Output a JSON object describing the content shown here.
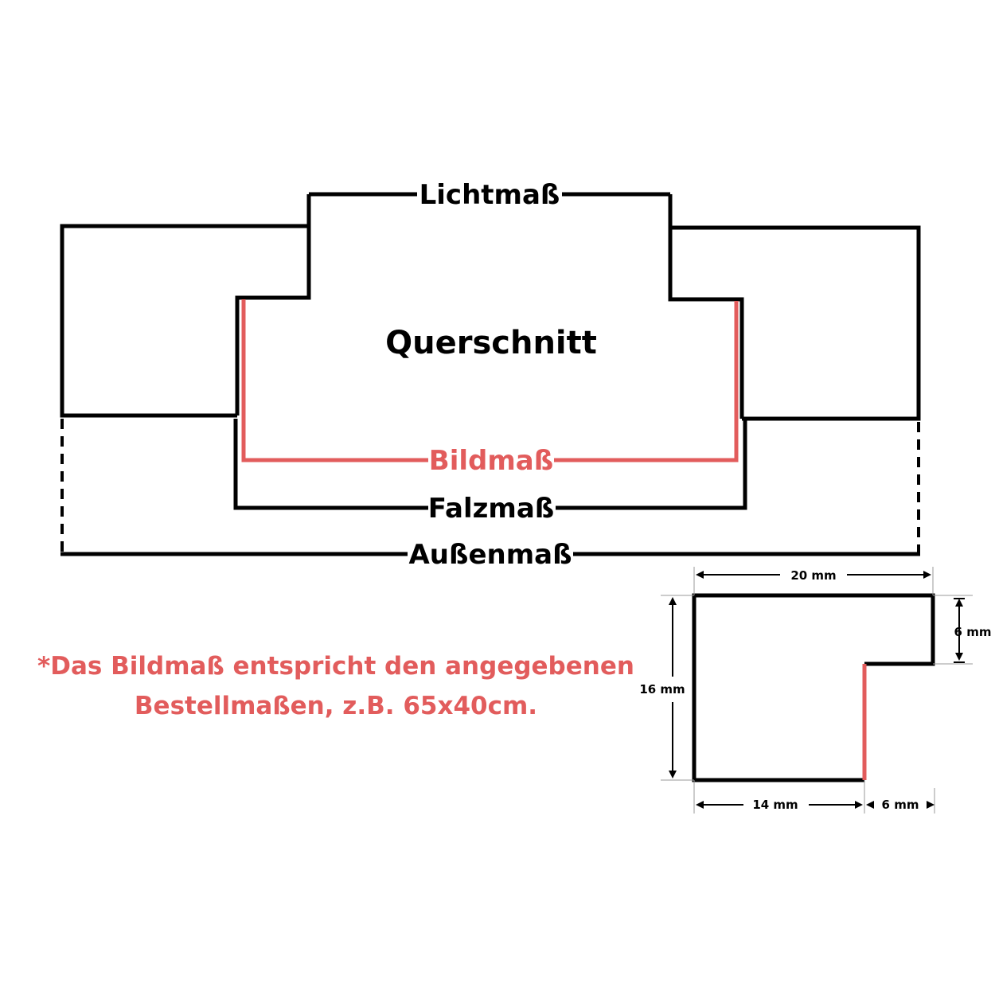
{
  "labels": {
    "lichtmass": "Lichtmaß",
    "title": "Querschnitt",
    "bildmass": "Bildmaß",
    "falzmass": "Falzmaß",
    "aussenmass": "Außenmaß"
  },
  "note": {
    "line1": "*Das Bildmaß entspricht den angegebenen",
    "line2": "Bestellmaßen, z.B. 65x40cm."
  },
  "profile": {
    "width_total": "20 mm",
    "height_total": "16 mm",
    "rebate_height": "6 mm",
    "base_width": "14 mm",
    "rebate_width": "6 mm"
  },
  "colors": {
    "outline": "#000000",
    "highlight": "#e25c5c",
    "background": "#ffffff"
  }
}
